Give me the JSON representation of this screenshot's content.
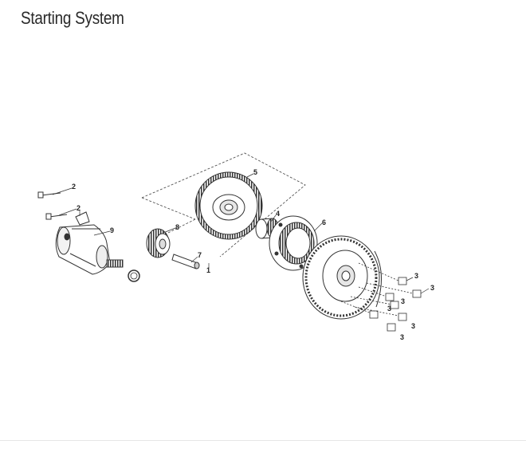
{
  "page": {
    "title": "Starting System"
  },
  "diagram": {
    "callouts": [
      {
        "id": "2a",
        "label": "2"
      },
      {
        "id": "2b",
        "label": "2"
      },
      {
        "id": "9",
        "label": "9"
      },
      {
        "id": "8",
        "label": "8"
      },
      {
        "id": "7",
        "label": "7"
      },
      {
        "id": "1",
        "label": "1"
      },
      {
        "id": "5",
        "label": "5"
      },
      {
        "id": "4",
        "label": "4"
      },
      {
        "id": "6",
        "label": "6"
      },
      {
        "id": "3a",
        "label": "3"
      },
      {
        "id": "3b",
        "label": "3"
      },
      {
        "id": "3c",
        "label": "3"
      },
      {
        "id": "3d",
        "label": "3"
      },
      {
        "id": "3e",
        "label": "3"
      },
      {
        "id": "3f",
        "label": "3"
      }
    ]
  }
}
